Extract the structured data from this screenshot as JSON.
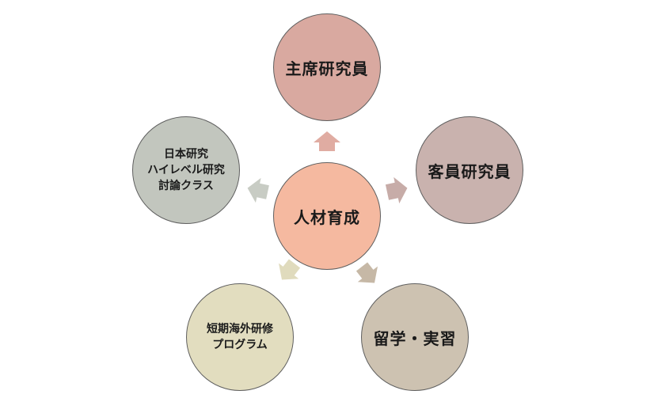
{
  "diagram": {
    "center": {
      "label": "人材育成",
      "color": "#f5b9a0"
    },
    "nodes": [
      {
        "id": "top",
        "lines": [
          "主席研究員"
        ],
        "color": "#d9a9a0",
        "arrow_color": "#e0aca2"
      },
      {
        "id": "right",
        "lines": [
          "客員研究員"
        ],
        "color": "#c9b2ae",
        "arrow_color": "#c7aca8"
      },
      {
        "id": "bottom-right",
        "lines": [
          "留学・実習"
        ],
        "color": "#cdc2b1",
        "arrow_color": "#c6b8a6"
      },
      {
        "id": "bottom-left",
        "lines": [
          "短期海外研修",
          "プログラム"
        ],
        "color": "#e2ddbf",
        "arrow_color": "#e0dbbd"
      },
      {
        "id": "left",
        "lines": [
          "日本研究",
          "ハイレベル研究",
          "討論クラス"
        ],
        "color": "#c2c6be",
        "arrow_color": "#c8ccc4"
      }
    ]
  }
}
